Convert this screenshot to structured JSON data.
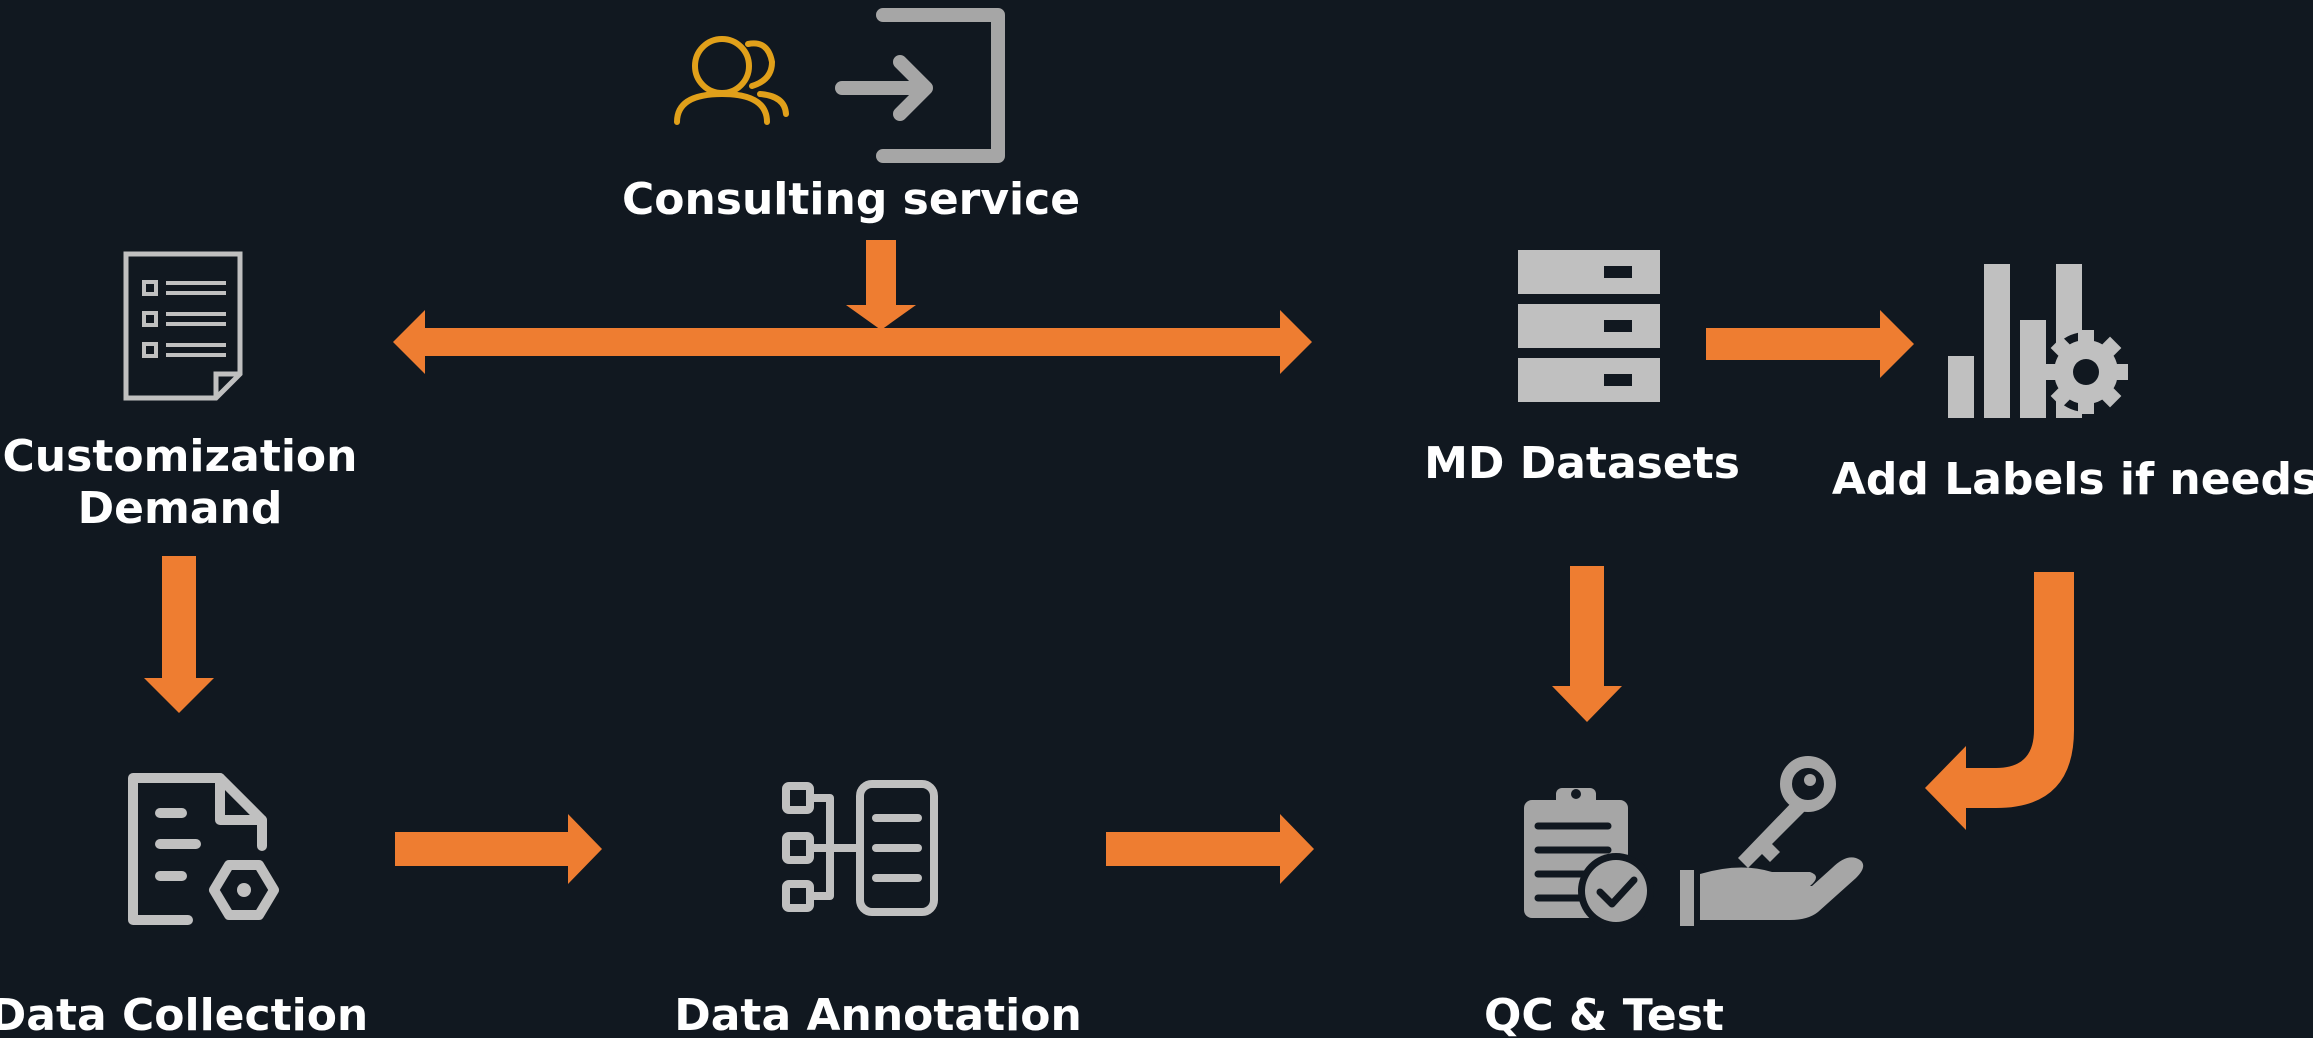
{
  "colors": {
    "background": "#111820",
    "arrow": "#ee7d31",
    "icon": "#c0c0c0",
    "icon_dark": "#a6a6a6",
    "consult_people_icon": "#e1a01a",
    "label": "#ffffff"
  },
  "nodes": {
    "consulting": {
      "label": "Consulting service",
      "icons": [
        "users-icon",
        "sign-in-arrow-icon"
      ]
    },
    "customization": {
      "label_line1": "Customization",
      "label_line2": "Demand",
      "icons": [
        "checklist-document-icon"
      ]
    },
    "md_datasets": {
      "label": "MD Datasets",
      "icons": [
        "server-stack-icon"
      ]
    },
    "add_labels": {
      "label": "Add Labels if needs",
      "icons": [
        "bar-chart-gear-icon"
      ]
    },
    "data_collection": {
      "label": "Data Collection",
      "icons": [
        "document-gear-icon"
      ]
    },
    "data_annotation": {
      "label": "Data Annotation",
      "icons": [
        "hierarchy-list-icon"
      ]
    },
    "qc_test": {
      "label": "QC & Test",
      "icons": [
        "clipboard-check-icon",
        "hand-key-icon"
      ]
    }
  },
  "edges": [
    {
      "from": "consulting",
      "to": "customization"
    },
    {
      "from": "consulting",
      "to": "md_datasets"
    },
    {
      "from": "md_datasets",
      "to": "add_labels"
    },
    {
      "from": "customization",
      "to": "data_collection"
    },
    {
      "from": "md_datasets",
      "to": "qc_test"
    },
    {
      "from": "add_labels",
      "to": "qc_test"
    },
    {
      "from": "data_collection",
      "to": "data_annotation"
    },
    {
      "from": "data_annotation",
      "to": "qc_test"
    }
  ]
}
